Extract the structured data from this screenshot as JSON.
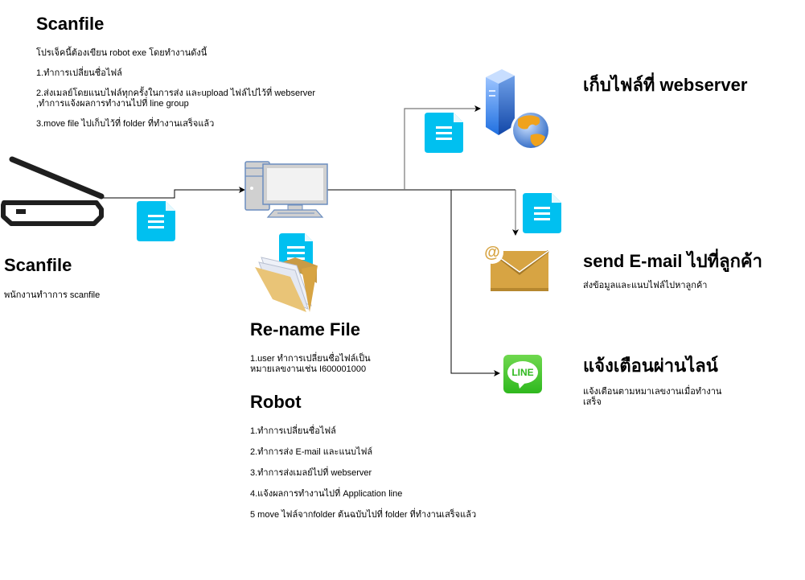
{
  "project": {
    "title": "Scanfile",
    "intro": "โปรเจ็คนี้ต้องเขียน robot exe โดยทำงานดังนี้",
    "steps": [
      "1.ทำการเปลี่ยนชื่อไฟล์",
      "2.ส่งเมลย์โดยแนบไฟล์ทุกครั้งในการส่ง และupload ไฟล์ไปไว้ที่ webserver ,ทำการแจ้งผลการทำงานไปที่ line group",
      "3.move file ไปเก็บไว้ที่ folder ที่ทำงานเสร็จแล้ว"
    ]
  },
  "scanner_node": {
    "icon": "scanner-icon",
    "title": "Scanfile",
    "description": "พนักงานทำาการ scanfile"
  },
  "computer_node": {
    "icon": "desktop-computer-icon"
  },
  "rename_node": {
    "icon": "folder-icon",
    "title": "Re-name File",
    "description": "1.user ทำการเปลี่ยนชื่อไฟล์เป็น หมายเลขงานเช่น I600001000"
  },
  "robot": {
    "title": "Robot",
    "steps": [
      "1.ทำการเปลี่ยนชื่อไฟล์",
      "2.ทำการส่ง E-mail และแนบไฟล์",
      "3.ทำการส่งเมลย์ไปที่ webserver",
      "4.แจ้งผลการทำงานไปที่ Application line",
      "5 move ไฟล์จากfolder ต้นฉบับไปที่ folder ที่ทำงานเสร็จแล้ว"
    ]
  },
  "webserver_node": {
    "icon": "web-server-icon",
    "title": "เก็บไฟล์ที่ webserver"
  },
  "email_node": {
    "icon": "email-icon",
    "title": "send E-mail ไปที่ลูกค้า",
    "description": "ส่งข้อมูลและแนบไฟล์ไปหาลูกค้า"
  },
  "line_node": {
    "icon": "line-app-icon",
    "icon_label": "LINE",
    "title": "แจ้งเตือนผ่านไลน์",
    "description": "แจ้งเตือนตามหมาเลขงานเมื่อทำงาน เสร็จ"
  },
  "colors": {
    "document": "#00c0f0",
    "line_green": "#3ec132",
    "envelope": "#d7a443",
    "connector": "#000000"
  }
}
